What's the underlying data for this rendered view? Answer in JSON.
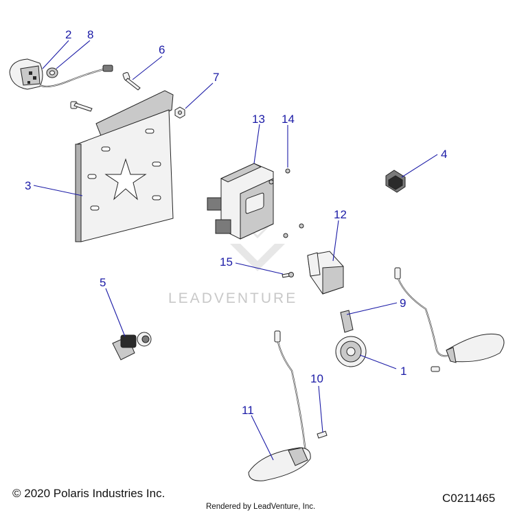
{
  "callouts": {
    "c1": "1",
    "c2": "2",
    "c3": "3",
    "c4": "4",
    "c5": "5",
    "c6": "6",
    "c7": "7",
    "c8": "8",
    "c9": "9",
    "c10": "10",
    "c11": "11",
    "c12": "12",
    "c13": "13",
    "c14": "14",
    "c15": "15"
  },
  "footer": {
    "copyright": "© 2020 Polaris Industries Inc.",
    "diagram_code": "C0211465",
    "rendered_by": "Rendered by LeadVenture, Inc."
  },
  "watermark": "LEADVENTURE",
  "colors": {
    "callout": "#1a1aa6",
    "watermark": "#c8c8c8"
  }
}
